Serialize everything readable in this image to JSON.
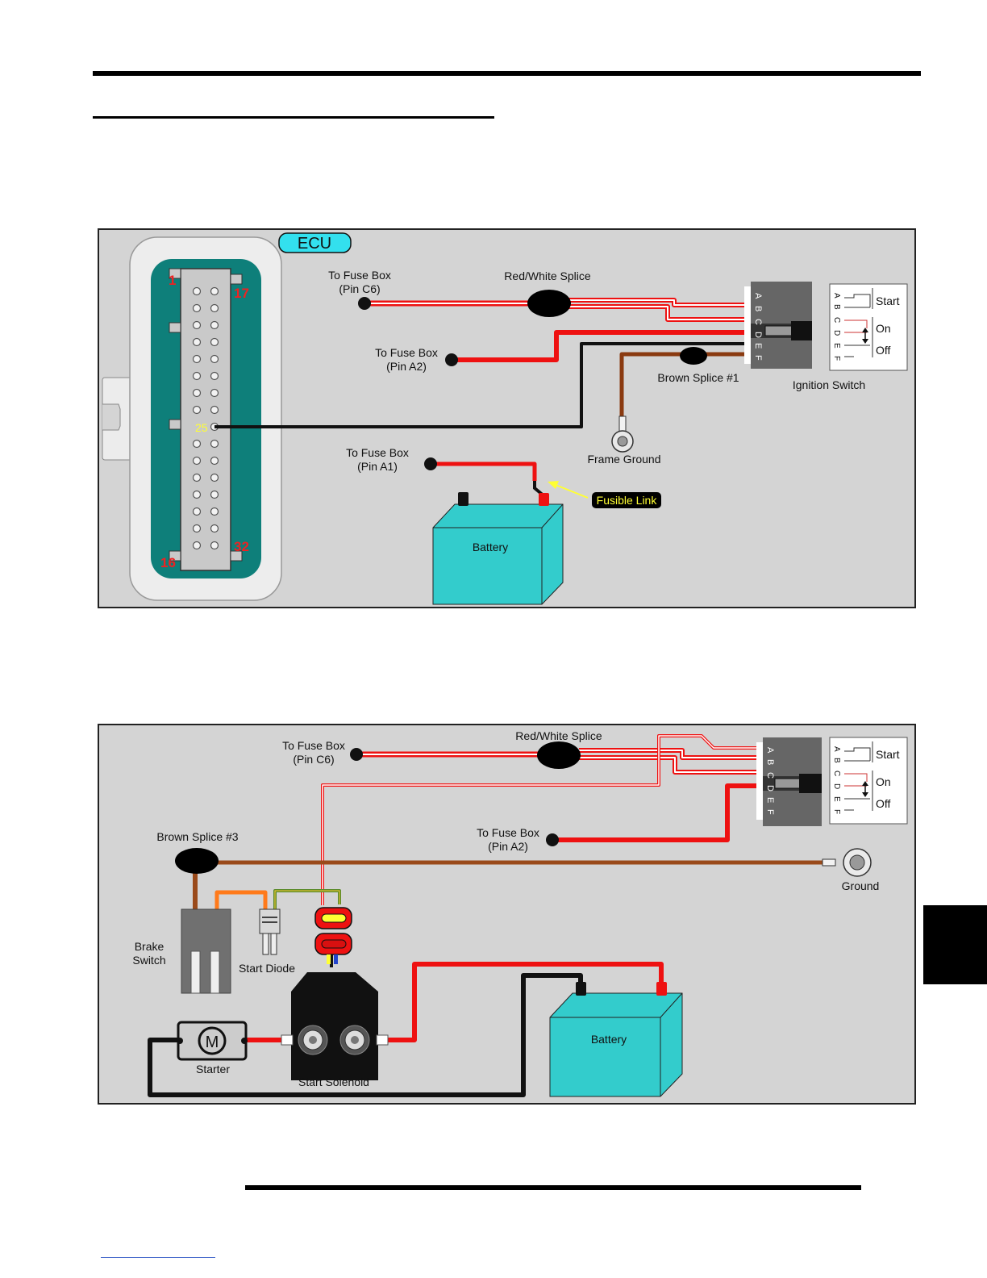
{
  "ecu_diagram": {
    "ecu_label": "ECU",
    "pin_numbers": {
      "pin_1": "1",
      "pin_17": "17",
      "pin_25": "25",
      "pin_16": "16",
      "pin_32": "32"
    },
    "labels": {
      "fuse_box_c6_line1": "To Fuse Box",
      "fuse_box_c6_line2": "(Pin C6)",
      "red_white_splice": "Red/White Splice",
      "fuse_box_a2_line1": "To Fuse Box",
      "fuse_box_a2_line2": "(Pin A2)",
      "brown_splice_1": "Brown Splice #1",
      "ignition_switch": "Ignition Switch",
      "frame_ground": "Frame Ground",
      "fuse_box_a1_line1": "To Fuse Box",
      "fuse_box_a1_line2": "(Pin A1)",
      "fusible_link": "Fusible Link",
      "battery": "Battery"
    },
    "switch_pins": [
      "A",
      "B",
      "C",
      "D",
      "E",
      "F"
    ],
    "switch_positions": [
      "Start",
      "On",
      "Off"
    ]
  },
  "starter_diagram": {
    "labels": {
      "fuse_box_c6_line1": "To Fuse Box",
      "fuse_box_c6_line2": "(Pin C6)",
      "red_white_splice": "Red/White Splice",
      "fuse_box_a2_line1": "To Fuse Box",
      "fuse_box_a2_line2": "(Pin A2)",
      "brown_splice_3": "Brown Splice #3",
      "ground": "Ground",
      "brake_switch_line1": "Brake",
      "brake_switch_line2": "Switch",
      "start_diode": "Start Diode",
      "starter": "Starter",
      "starter_motor_symbol": "M",
      "start_solenoid": "Start Solenoid",
      "battery": "Battery"
    },
    "switch_pins": [
      "A",
      "B",
      "C",
      "D",
      "E",
      "F"
    ],
    "switch_positions": [
      "Start",
      "On",
      "Off"
    ]
  },
  "colors": {
    "panel_bg": "#d4d4d4",
    "ecu_teal": "#0e7f7a",
    "battery_cyan": "#33cccc",
    "wire_red": "#ee1111",
    "wire_brown": "#9a4a1a",
    "wire_black": "#111111",
    "wire_orange": "#ff7a1a",
    "fusible_yellow": "#ffff33",
    "ecu_badge": "#33e0ee"
  }
}
